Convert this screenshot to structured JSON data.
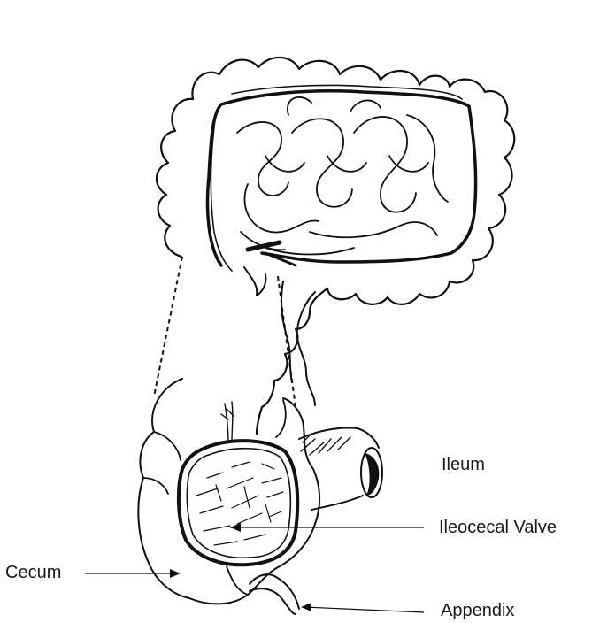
{
  "labels": {
    "ileum": "Ileum",
    "ileocecal_valve": "Ileocecal Valve",
    "cecum": "Cecum",
    "appendix": "Appendix"
  },
  "colors": {
    "line": "#111111",
    "background": "#ffffff",
    "text": "#1a1a1a"
  }
}
